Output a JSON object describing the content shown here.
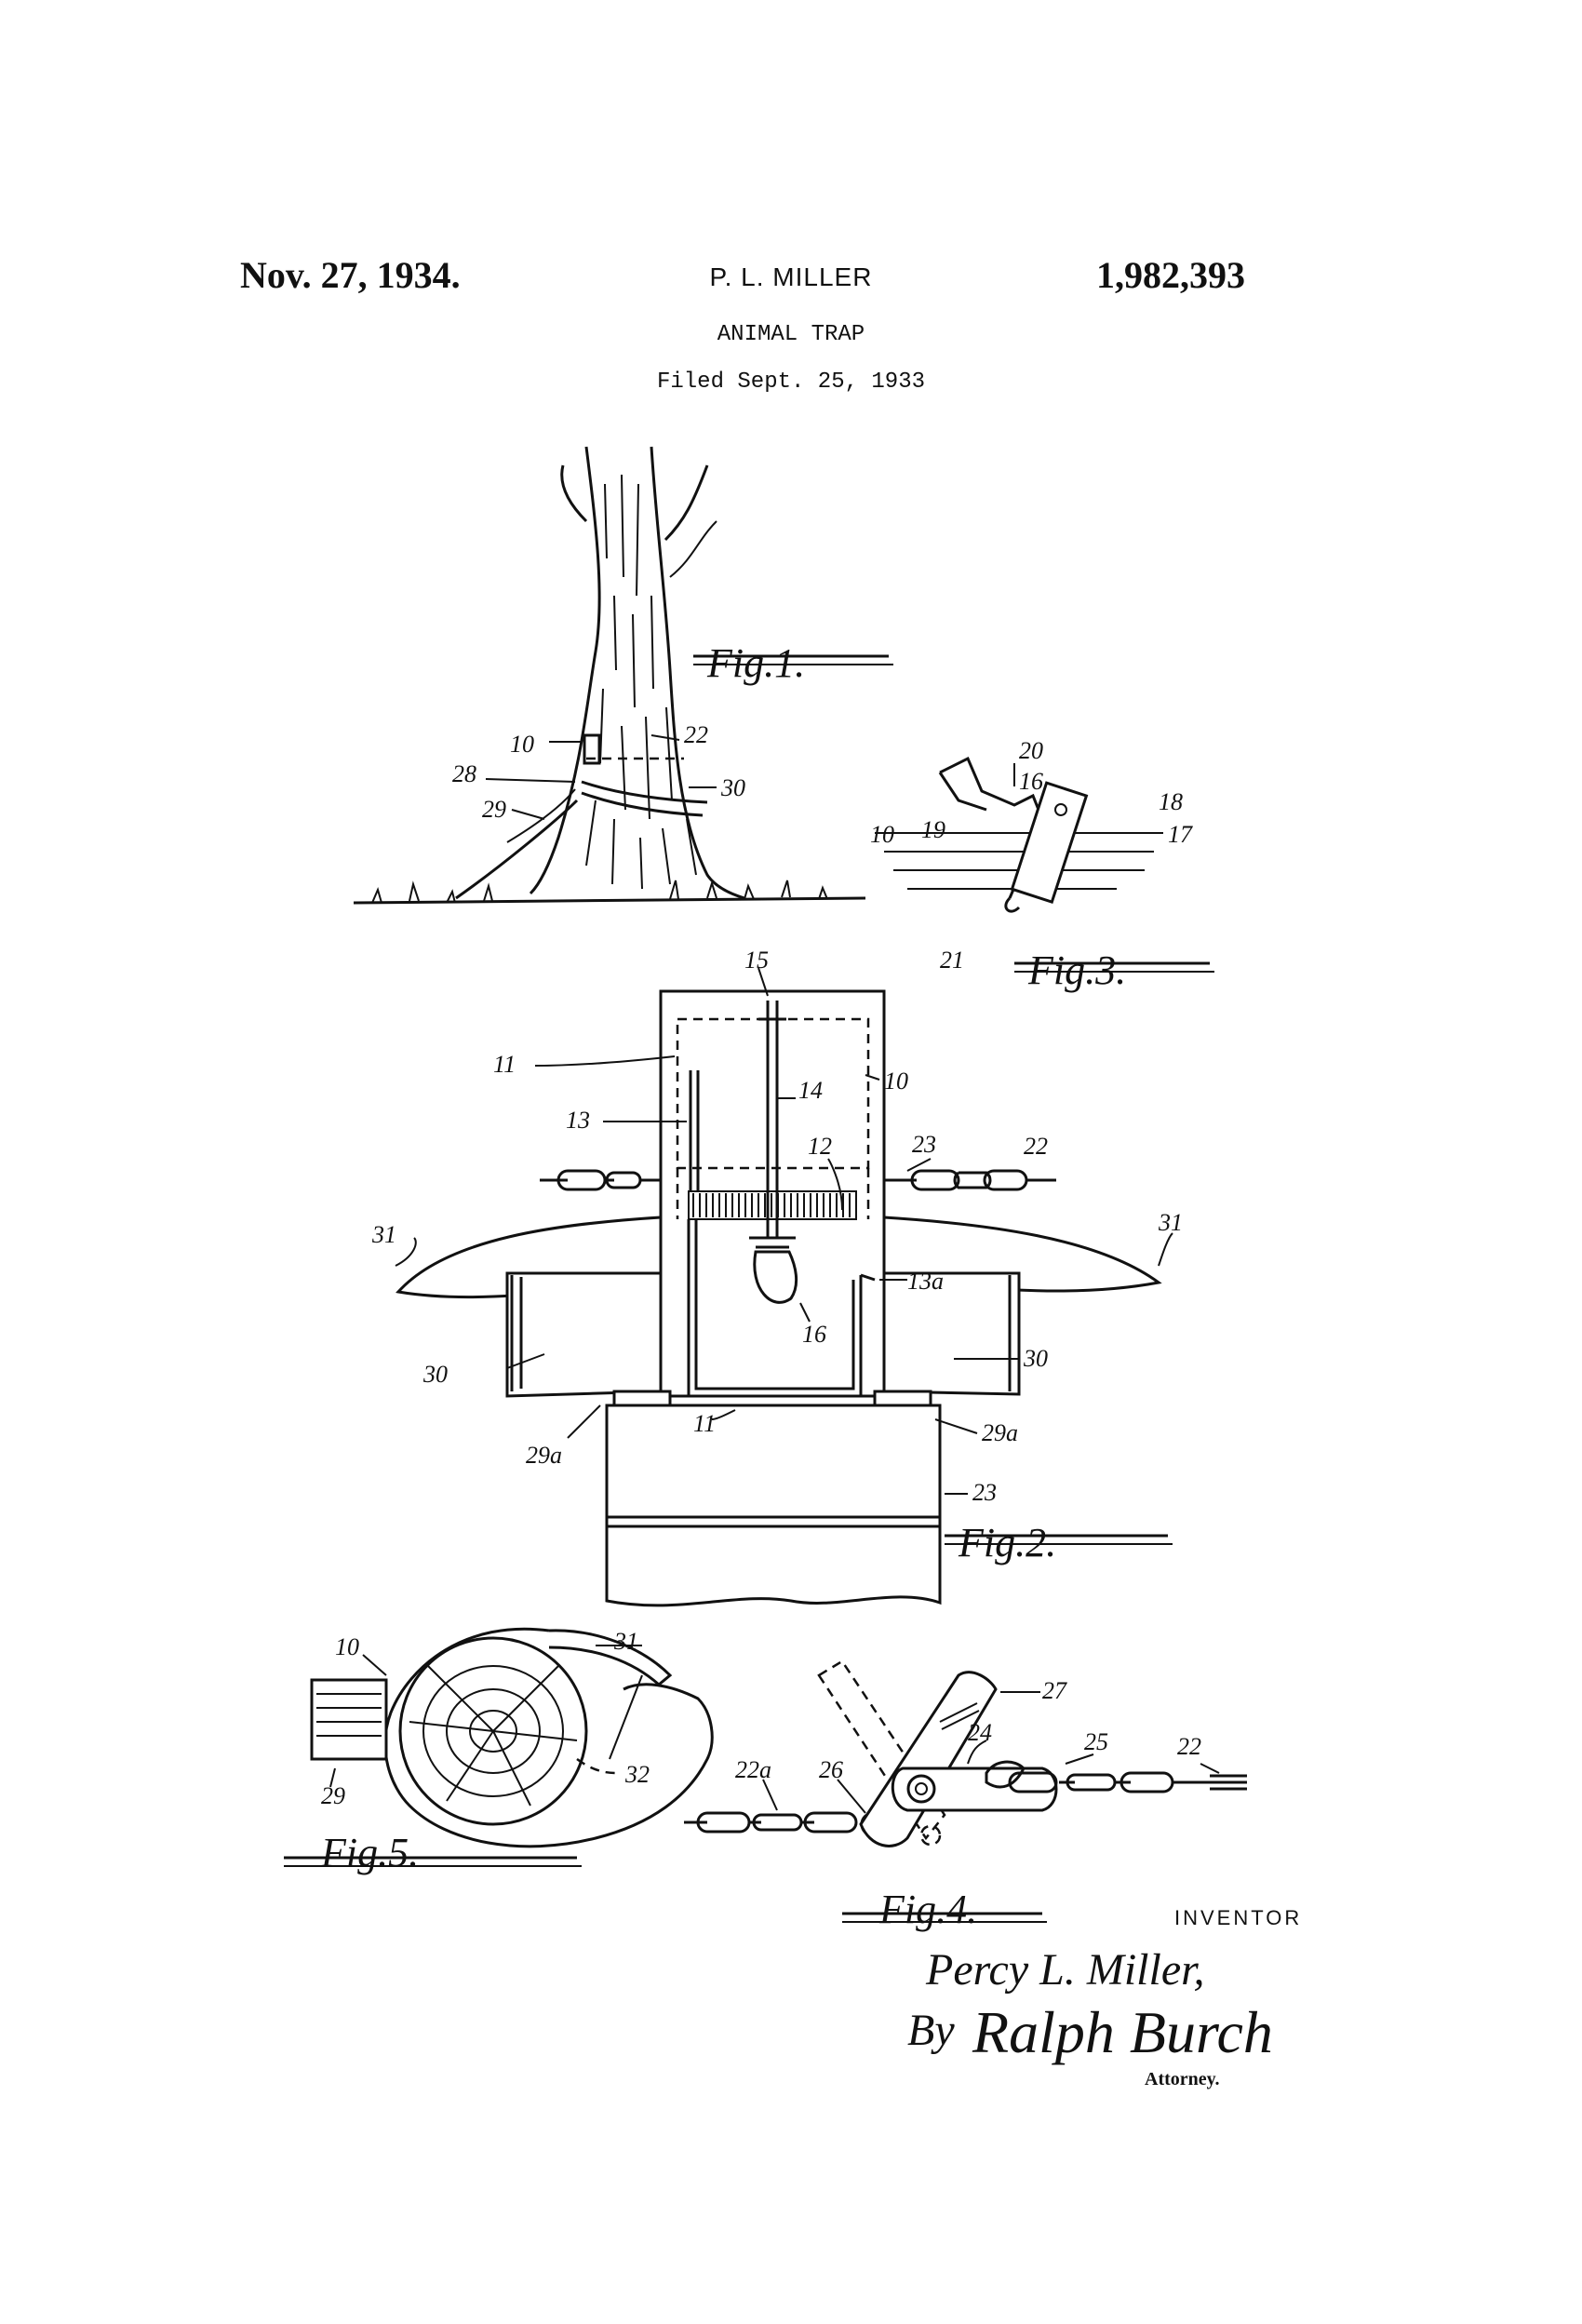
{
  "header": {
    "date": "Nov. 27, 1934.",
    "inventor": "P. L. MILLER",
    "patent_number": "1,982,393",
    "title": "ANIMAL TRAP",
    "filed": "Filed Sept. 25, 1933"
  },
  "figures": {
    "fig1": "Fig.1.",
    "fig2": "Fig.2.",
    "fig3": "Fig.3.",
    "fig4": "Fig.4.",
    "fig5": "Fig.5."
  },
  "fig1_labels": [
    "10",
    "22",
    "28",
    "30",
    "29"
  ],
  "fig2_labels": [
    "15",
    "11",
    "14",
    "10",
    "13",
    "12",
    "23",
    "22",
    "31",
    "31",
    "13a",
    "16",
    "30",
    "30",
    "29a",
    "11",
    "29a",
    "23"
  ],
  "fig3_labels": [
    "20",
    "16",
    "18",
    "19",
    "17",
    "10",
    "21"
  ],
  "fig4_labels": [
    "27",
    "24",
    "25",
    "22",
    "22a",
    "26"
  ],
  "fig5_labels": [
    "10",
    "31",
    "32",
    "29"
  ],
  "signature": {
    "inventor_caption": "INVENTOR",
    "inventor_name": "Percy L. Miller,",
    "by": "By",
    "attorney_name": "Ralph Burch",
    "attorney_caption": "Attorney."
  }
}
